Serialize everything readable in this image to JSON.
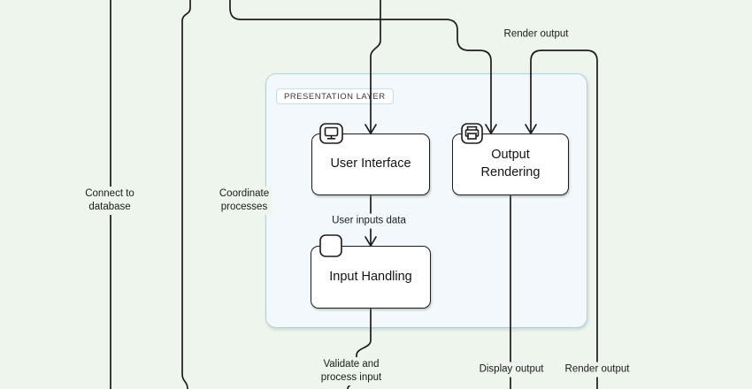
{
  "canvas": {
    "background_color": "#edf5ec",
    "line_color": "#1c1c1c"
  },
  "presentation_layer": {
    "label": "PRESENTATION LAYER",
    "fill_color": "#f3f8fc",
    "border_color": "#aed0e4"
  },
  "nodes": [
    {
      "id": "user-interface",
      "label": "User Interface",
      "icon": "monitor-icon"
    },
    {
      "id": "output-rendering",
      "label": "Output\nRendering",
      "icon": "printer-icon"
    },
    {
      "id": "input-handling",
      "label": "Input Handling",
      "icon": "blank-icon"
    }
  ],
  "edge_labels": [
    {
      "id": "connect-to-database",
      "text": "Connect to\ndatabase"
    },
    {
      "id": "coordinate-processes",
      "text": "Coordinate\nprocesses"
    },
    {
      "id": "render-output-top",
      "text": "Render output"
    },
    {
      "id": "user-inputs-data",
      "text": "User inputs data"
    },
    {
      "id": "validate-process-input",
      "text": "Validate and\nprocess input"
    },
    {
      "id": "display-output",
      "text": "Display output"
    },
    {
      "id": "render-output-bottom",
      "text": "Render output"
    }
  ]
}
